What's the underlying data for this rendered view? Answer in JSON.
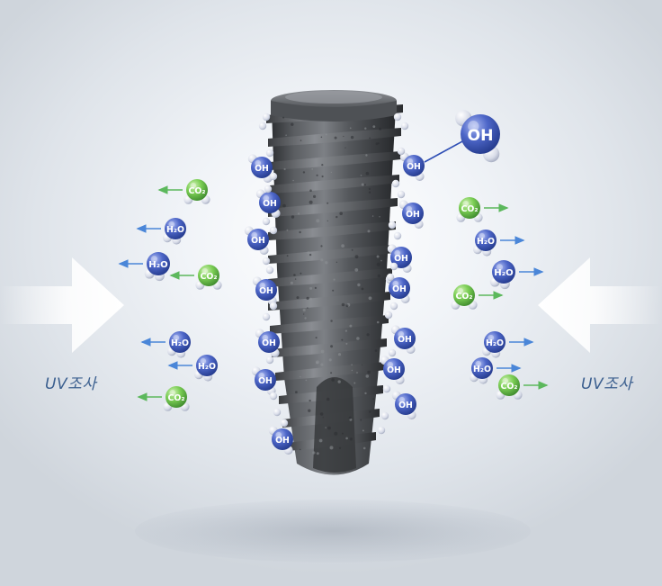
{
  "labels": {
    "uv_left": "UV조사",
    "uv_right": "UV조사",
    "callout_molecule": "OH"
  },
  "molecules": {
    "oh": "OH",
    "h2o": "H₂O",
    "co2": "CO₂"
  },
  "colors": {
    "oh_blue": "#2f4fb5",
    "h2o_blue": "#3f5fc4",
    "co2_green": "#5cb85c",
    "arrow_blue": "#4a86d8",
    "arrow_green": "#5cb85c",
    "uv_text": "#3b5f8f",
    "implant_metal": "#55585c"
  },
  "icons": {
    "uv_arrow_left": "uv-arrow-right-pointing-icon",
    "uv_arrow_right": "uv-arrow-left-pointing-icon",
    "implant": "dental-implant-screw-icon"
  }
}
